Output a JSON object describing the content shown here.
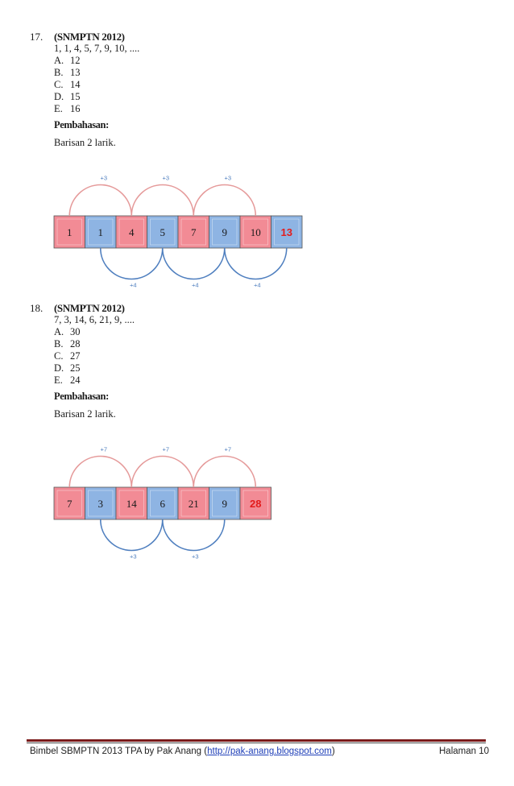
{
  "problems": [
    {
      "number": "17.",
      "heading": "(SNMPTN 2012)",
      "sequence": "1, 1, 4, 5, 7, 9, 10, ....",
      "options": [
        {
          "letter": "A.",
          "value": "12"
        },
        {
          "letter": "B.",
          "value": "13"
        },
        {
          "letter": "C.",
          "value": "14"
        },
        {
          "letter": "D.",
          "value": "15"
        },
        {
          "letter": "E.",
          "value": "16"
        }
      ],
      "discussion_label": "Pembahasan:",
      "explanation": "Barisan 2 larik.",
      "diagram": {
        "cells": [
          "1",
          "1",
          "4",
          "5",
          "7",
          "9",
          "10",
          "13"
        ],
        "answer_index": 7,
        "top_label": "+3",
        "bottom_label": "+4"
      }
    },
    {
      "number": "18.",
      "heading": "(SNMPTN 2012)",
      "sequence": "7, 3, 14, 6, 21, 9, ....",
      "options": [
        {
          "letter": "A.",
          "value": "30"
        },
        {
          "letter": "B.",
          "value": "28"
        },
        {
          "letter": "C.",
          "value": "27"
        },
        {
          "letter": "D.",
          "value": "25"
        },
        {
          "letter": "E.",
          "value": "24"
        }
      ],
      "discussion_label": "Pembahasan:",
      "explanation": "Barisan 2 larik.",
      "diagram": {
        "cells": [
          "7",
          "3",
          "14",
          "6",
          "21",
          "9",
          "28"
        ],
        "answer_index": 6,
        "top_label": "+7",
        "bottom_label": "+3"
      }
    }
  ],
  "colors": {
    "pink_cell": "#f28b95",
    "blue_cell": "#8eb4e3",
    "pink_arc": "#e59a9a",
    "blue_arc": "#4f7fbf",
    "answer_text": "#e31c1c",
    "rule_dark": "#7a1a1a"
  },
  "footer": {
    "left_text": "Bimbel SBMPTN 2013 TPA by Pak Anang (",
    "link_text": "http://pak-anang.blogspot.com",
    "left_close": ")",
    "right_text": "Halaman 10"
  }
}
